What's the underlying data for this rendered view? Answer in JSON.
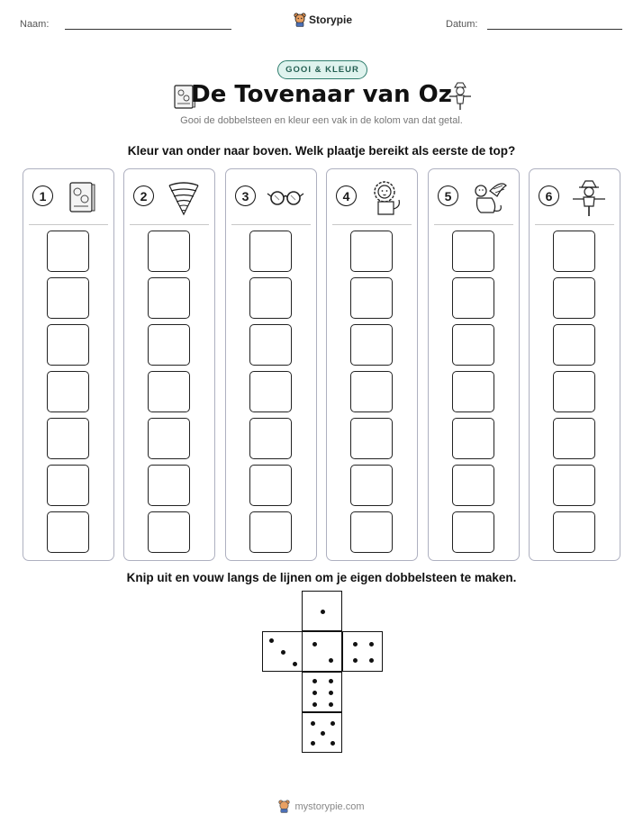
{
  "header": {
    "name_label": "Naam:",
    "date_label": "Datum:",
    "brand": "Storypie"
  },
  "badge": "GOOI & KLEUR",
  "title": "De Tovenaar van Oz",
  "subtitle": "Gooi de dobbelsteen en kleur een vak in de kolom van dat getal.",
  "instruction": "Kleur van onder naar boven. Welk plaatje bereikt als eerste de top?",
  "columns": [
    {
      "number": "1",
      "icon": "book-icon"
    },
    {
      "number": "2",
      "icon": "tornado-icon"
    },
    {
      "number": "3",
      "icon": "glasses-icon"
    },
    {
      "number": "4",
      "icon": "lion-icon"
    },
    {
      "number": "5",
      "icon": "flying-monkey-icon"
    },
    {
      "number": "6",
      "icon": "scarecrow-icon"
    }
  ],
  "cells_per_column": 7,
  "dice_instruction": "Knip uit en vouw langs de lijnen om je eigen dobbelsteen te maken.",
  "dice_faces": [
    1,
    3,
    2,
    4,
    6,
    5
  ],
  "footer": "mystorypie.com",
  "colors": {
    "badge_border": "#2f7d6d",
    "badge_fill": "#dff3ee",
    "column_border": "#aeb0c0"
  }
}
